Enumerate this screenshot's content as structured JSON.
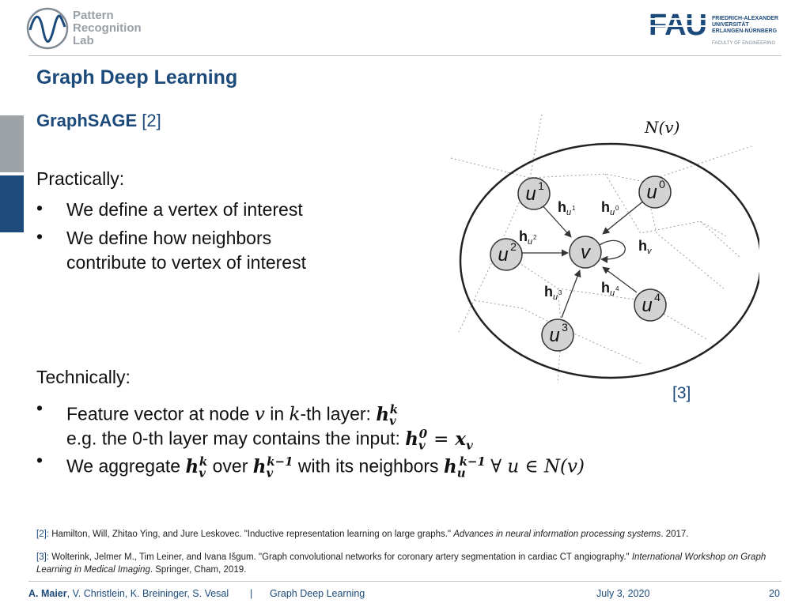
{
  "header": {
    "lab_name": [
      "Pattern",
      "Recognition",
      "Lab"
    ],
    "fau_logo": {
      "mark": "FAU",
      "university_lines": [
        "FRIEDRICH-ALEXANDER",
        "UNIVERSITÄT",
        "ERLANGEN-NÜRNBERG"
      ],
      "faculty": "FACULTY OF ENGINEERING"
    }
  },
  "slide": {
    "title": "Graph Deep Learning",
    "subtitle": "GraphSAGE",
    "subtitle_ref": "[2]",
    "practically": {
      "heading": "Practically:",
      "bullets": [
        "We define a vertex of interest",
        "We define how neighbors",
        "contribute to vertex of interest"
      ]
    },
    "technically": {
      "heading": "Technically:",
      "line1": "Feature vector at node",
      "line1_v": "v",
      "line1_in": "in",
      "line1_k": "k",
      "line1_layer": "-th layer:",
      "line2": "e.g. the 0-th layer may contains the input:",
      "line3_a": "We aggregate",
      "line3_b": "over",
      "line3_c": "with its neighbors"
    },
    "figure_ref": "[3]"
  },
  "diagram": {
    "region_label": "N(v)",
    "nodes": [
      {
        "id": "u1",
        "label": "u",
        "sup": "1"
      },
      {
        "id": "u0",
        "label": "u",
        "sup": "0"
      },
      {
        "id": "u2",
        "label": "u",
        "sup": "2"
      },
      {
        "id": "v",
        "label": "v",
        "sup": ""
      },
      {
        "id": "u3",
        "label": "u",
        "sup": "3"
      },
      {
        "id": "u4",
        "label": "u",
        "sup": "4"
      }
    ],
    "edge_labels": [
      {
        "base": "h",
        "sub": "u",
        "sup": "1"
      },
      {
        "base": "h",
        "sub": "u",
        "sup": "0"
      },
      {
        "base": "h",
        "sub": "u",
        "sup": "2"
      },
      {
        "base": "h",
        "sub": "v",
        "sup": ""
      },
      {
        "base": "h",
        "sub": "u",
        "sup": "3"
      },
      {
        "base": "h",
        "sub": "u",
        "sup": "4"
      }
    ]
  },
  "references": [
    {
      "num": "[2]:",
      "text": "Hamilton, Will, Zhitao Ying, and Jure Leskovec. \"Inductive representation learning on large graphs.\"",
      "venue": "Advances in neural information processing systems",
      "tail": ". 2017."
    },
    {
      "num": "[3]:",
      "text": "Wolterink, Jelmer M., Tim Leiner, and Ivana Išgum. \"Graph convolutional networks for coronary artery segmentation in cardiac CT angiography.\"",
      "venue": "International Workshop on Graph Learning in Medical Imaging",
      "tail": ". Springer, Cham, 2019."
    }
  ],
  "footer": {
    "author_lead": "A. Maier",
    "authors_rest": ", V. Christlein, K. Breininger, S. Vesal",
    "separator": "|",
    "topic": "Graph Deep Learning",
    "date": "July 3, 2020",
    "page": "20"
  },
  "colors": {
    "accent": "#1c4a7a",
    "gray": "#9ea3a8",
    "node_fill": "#d3d3d3"
  }
}
